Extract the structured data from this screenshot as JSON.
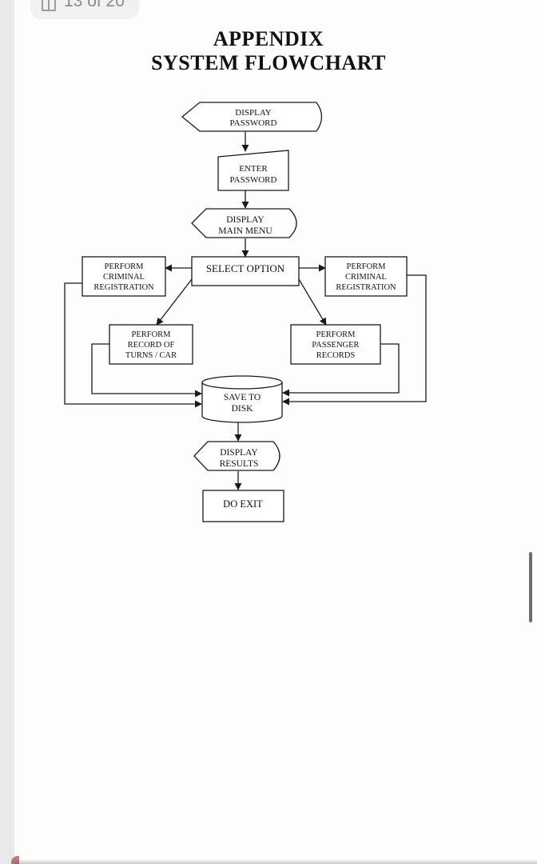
{
  "viewer": {
    "page_indicator": "13 of 20"
  },
  "document": {
    "title": "APPENDIX",
    "subtitle": "SYSTEM FLOWCHART"
  },
  "flowchart": {
    "nodes": {
      "display_password": [
        "DISPLAY",
        "PASSWORD"
      ],
      "enter_password": [
        "ENTER",
        "PASSWORD"
      ],
      "display_main_menu": [
        "DISPLAY",
        "MAIN MENU"
      ],
      "select_option": [
        "SELECT OPTION"
      ],
      "criminal_registration_left": [
        "PERFORM",
        "CRIMINAL",
        "REGISTRATION"
      ],
      "criminal_registration_right": [
        "PERFORM",
        "CRIMINAL",
        "REGISTRATION"
      ],
      "record_of_turns": [
        "PERFORM",
        "RECORD OF",
        "TURNS / CAR"
      ],
      "passenger_records": [
        "PERFORM",
        "PASSENGER",
        "RECORDS"
      ],
      "save_to_disk": [
        "SAVE TO",
        "DISK"
      ],
      "display_results": [
        "DISPLAY",
        "RESULTS"
      ],
      "do_exit": [
        "DO EXIT"
      ]
    }
  }
}
